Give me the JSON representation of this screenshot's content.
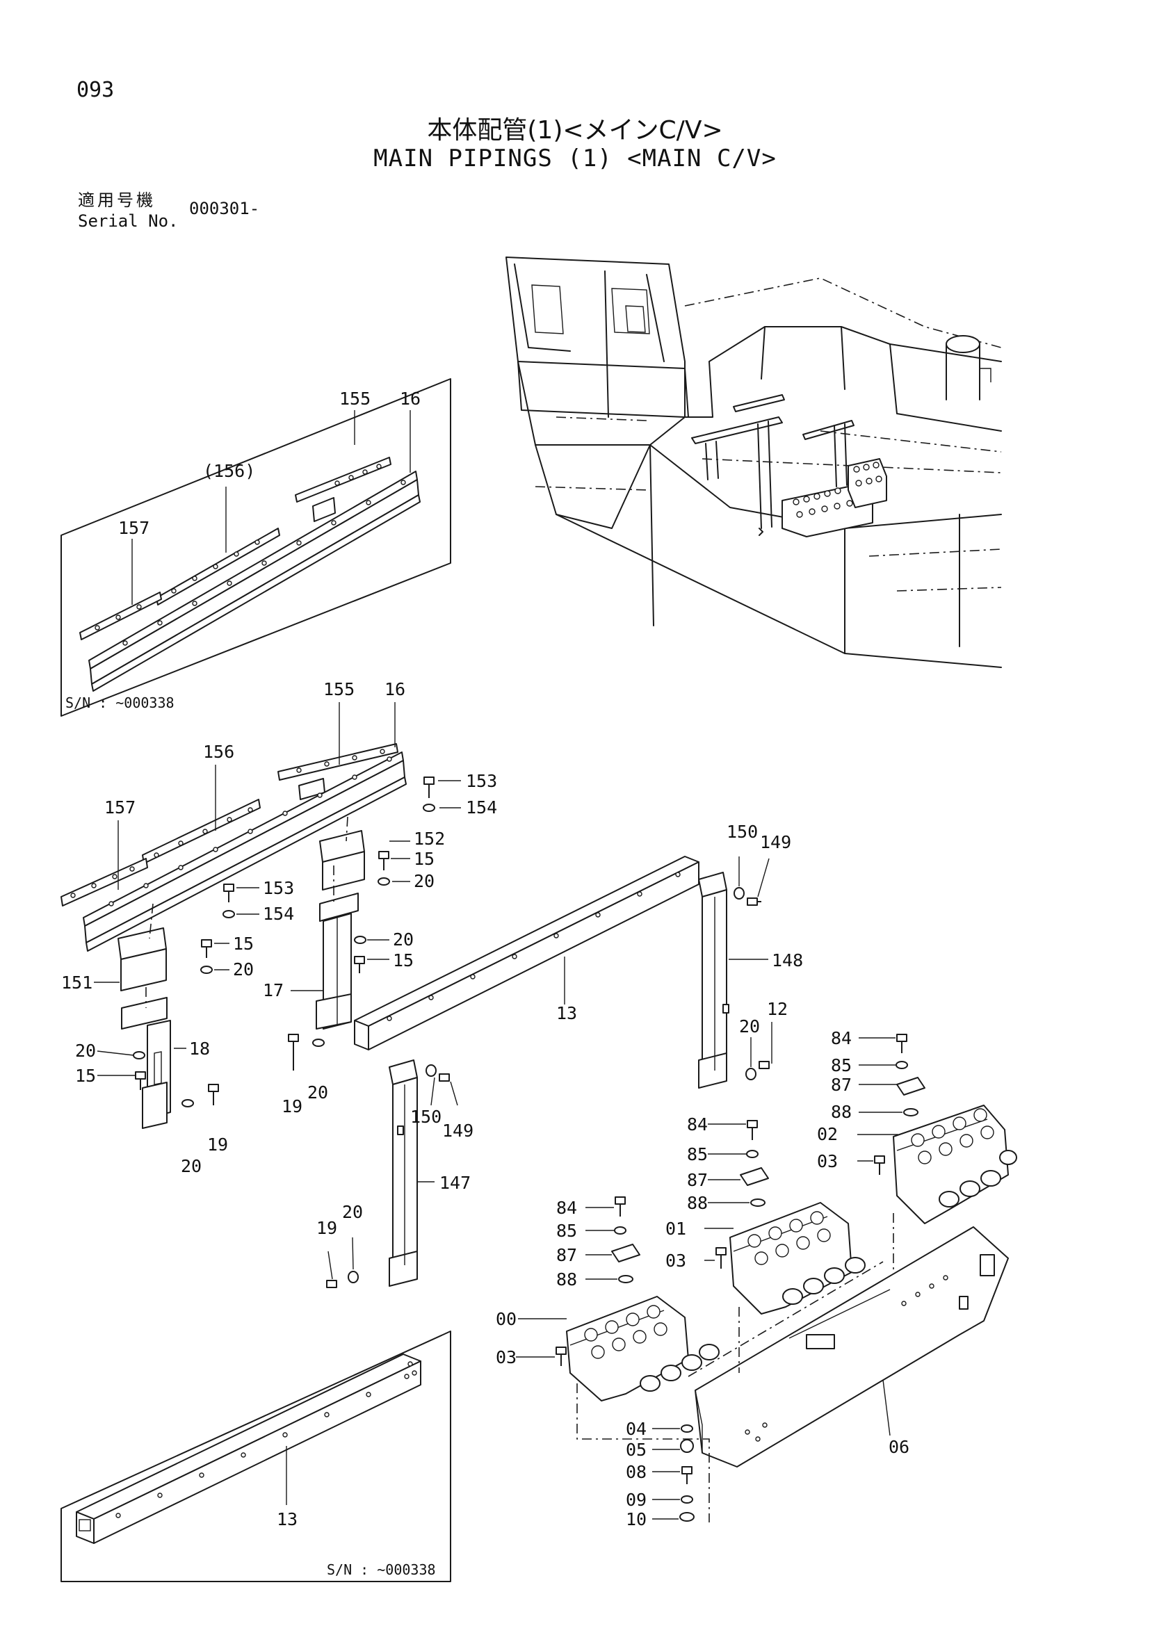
{
  "header": {
    "page_number": "093",
    "title_jp": "本体配管(1)<メインC/V>",
    "title_en": "MAIN PIPINGS (1) <MAIN C/V>",
    "serial_label_jp": "適用号機",
    "serial_label_en": "Serial No.",
    "serial_value": "000301-"
  },
  "insets": {
    "upper_serial_note": "S/N : ~000338",
    "lower_serial_note": "S/N : ~000338"
  },
  "callouts": {
    "inset_top": [
      "155",
      "16",
      "(156)",
      "157"
    ],
    "rail_assembly": [
      "155",
      "16",
      "156",
      "157",
      "153",
      "154",
      "152",
      "15",
      "20",
      "153",
      "154",
      "15",
      "20",
      "151",
      "17",
      "20",
      "15",
      "18",
      "20",
      "15",
      "19",
      "20",
      "20",
      "19"
    ],
    "frame_assembly": [
      "150",
      "149",
      "148",
      "13",
      "20",
      "12",
      "150",
      "149",
      "147",
      "19",
      "20"
    ],
    "valve_assembly": [
      "84",
      "85",
      "87",
      "88",
      "02",
      "03",
      "84",
      "85",
      "87",
      "88",
      "01",
      "03",
      "84",
      "85",
      "87",
      "88",
      "00",
      "03",
      "06",
      "04",
      "05",
      "08",
      "09",
      "10"
    ],
    "inset_bottom": [
      "13"
    ]
  }
}
